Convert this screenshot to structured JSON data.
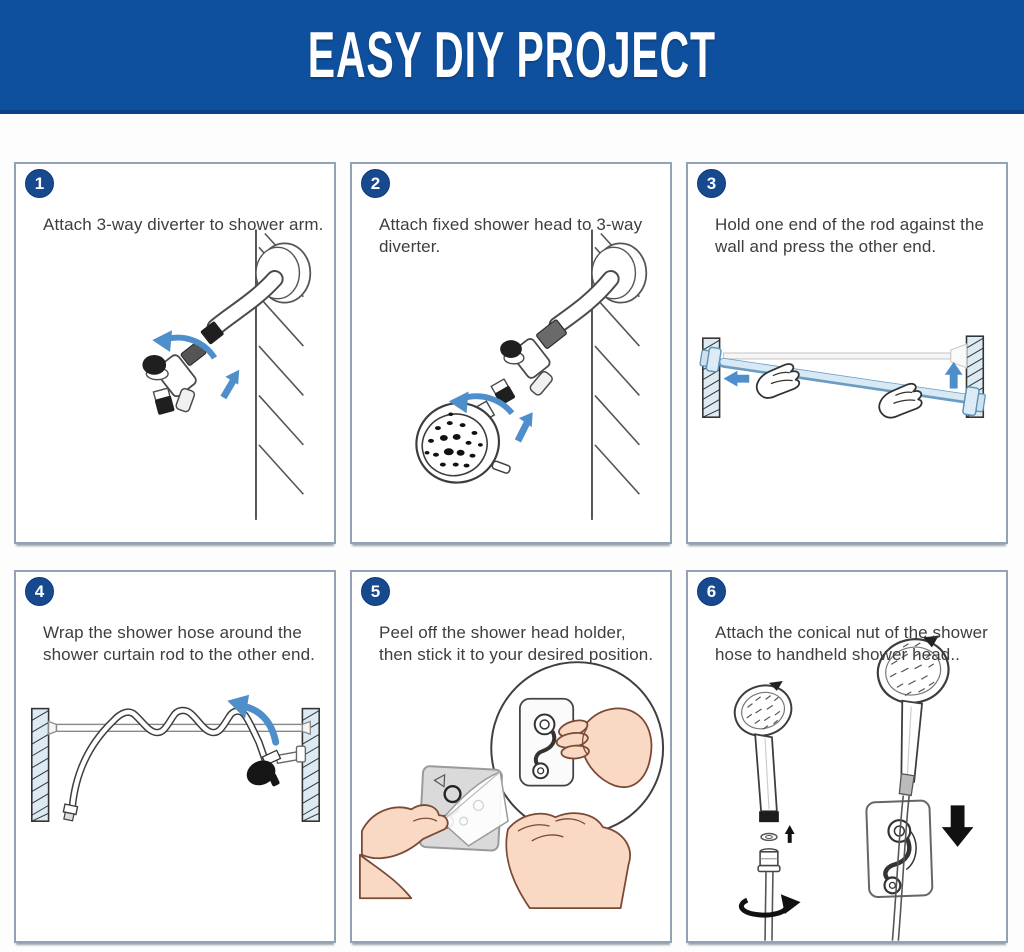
{
  "header": {
    "title": "EASY DIY PROJECT",
    "bg_color": "#0f509e",
    "text_color": "#ffffff"
  },
  "colors": {
    "badge_blue": "#17498f",
    "arrow_blue": "#4d8ecb",
    "panel_border": "#93a2b6",
    "caption_text": "#3e3e3e",
    "rod_light_blue": "#d6e9f5",
    "rod_outline_blue": "#6b9cc4",
    "wall_tint": "#dcebf3",
    "skin_tone": "#f9d9c3",
    "line_art": "#4a4a4a"
  },
  "steps": [
    {
      "number": "1",
      "caption": "Attach 3-way diverter to shower arm.",
      "illustration": "diverter-to-shower-arm"
    },
    {
      "number": "2",
      "caption": "Attach fixed shower head to 3-way diverter.",
      "illustration": "fixed-head-to-diverter"
    },
    {
      "number": "3",
      "caption": "Hold one end of the rod against the wall and press the other end.",
      "illustration": "tension-rod-between-walls"
    },
    {
      "number": "4",
      "caption": "Wrap the shower hose around the shower curtain rod to the other end.",
      "illustration": "hose-wrapped-on-rod"
    },
    {
      "number": "5",
      "caption": "Peel off the shower head holder, then stick it to your desired position.",
      "illustration": "peel-and-stick-holder"
    },
    {
      "number": "6",
      "caption": "Attach the conical nut of the shower hose to handheld shower head..",
      "illustration": "nut-to-handheld-head"
    }
  ]
}
